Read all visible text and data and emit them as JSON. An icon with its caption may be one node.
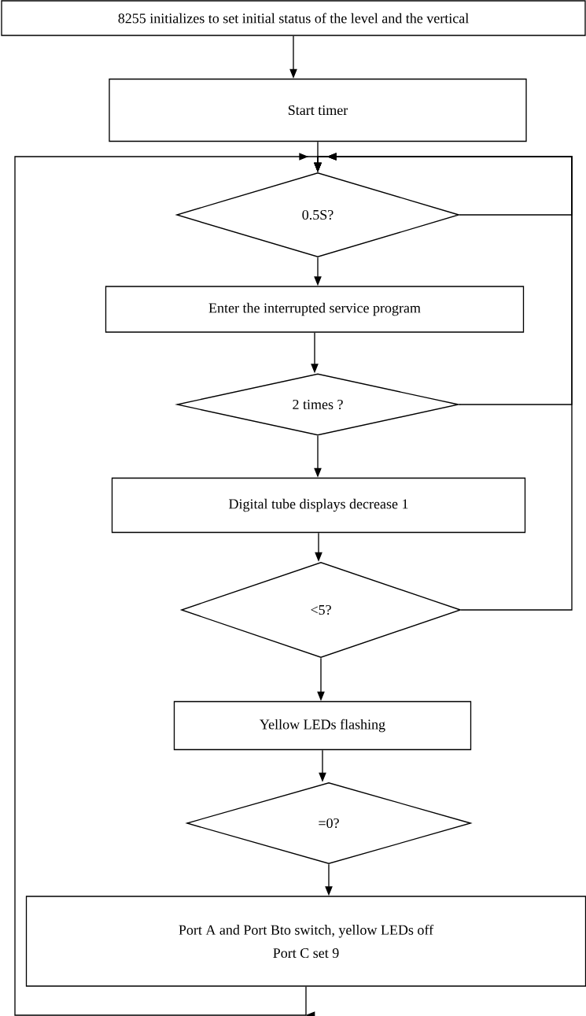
{
  "diagram": {
    "nodes": [
      {
        "text": [
          "8255 initializes to set initial status of the level and the vertical"
        ]
      },
      {
        "text": [
          "Start timer"
        ]
      },
      {
        "text": [
          "0.5S?"
        ]
      },
      {
        "text": [
          "Enter the interrupted service program"
        ]
      },
      {
        "text": [
          "2 times ?"
        ]
      },
      {
        "text": [
          "Digital tube displays decrease 1"
        ]
      },
      {
        "text": [
          "<5?"
        ]
      },
      {
        "text": [
          "Yellow LEDs flashing"
        ]
      },
      {
        "text": [
          "=0?"
        ]
      },
      {
        "text": [
          "Port A and Port Bto switch, yellow LEDs off",
          "Port C set 9"
        ]
      }
    ],
    "edges": [
      {
        "from": 0,
        "to": 1,
        "arrow": "to"
      },
      {
        "from": 1,
        "to": 2,
        "arrow": "to"
      },
      {
        "from": 2,
        "to": 3,
        "arrow": "to"
      },
      {
        "from": 3,
        "to": 4,
        "arrow": "to"
      },
      {
        "from": 4,
        "to": 5,
        "arrow": "to"
      },
      {
        "from": 5,
        "to": 6,
        "arrow": "to"
      },
      {
        "from": 6,
        "to": 7,
        "arrow": "to"
      },
      {
        "from": 7,
        "to": 8,
        "arrow": "to"
      },
      {
        "from": 8,
        "to": 9,
        "arrow": "to"
      },
      {
        "from": 2,
        "to": 2,
        "arrow": "to"
      },
      {
        "from": 4,
        "to": 2,
        "arrow": "to"
      },
      {
        "from": 6,
        "to": 2,
        "arrow": "to"
      },
      {
        "from": 9,
        "to": 2,
        "arrow": "to"
      }
    ]
  }
}
